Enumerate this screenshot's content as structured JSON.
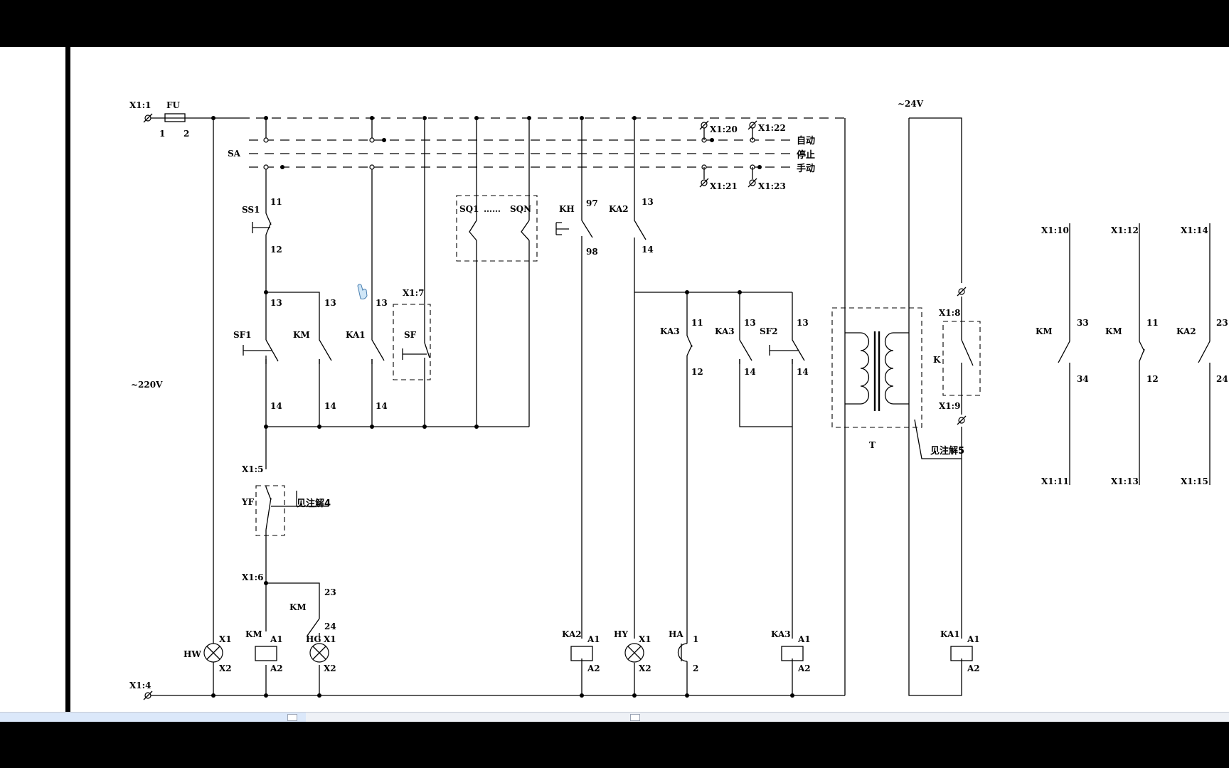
{
  "labels": {
    "x1_1": "X1:1",
    "fu": "FU",
    "fu_1": "1",
    "fu_2": "2",
    "sa": "SA",
    "x1_20": "X1:20",
    "x1_22": "X1:22",
    "x1_21": "X1:21",
    "x1_23": "X1:23",
    "auto": "自动",
    "stop": "停止",
    "manual": "手动",
    "v24": "~24V",
    "v220": "~220V",
    "ss1": "SS1",
    "ss1_11": "11",
    "ss1_12": "12",
    "sq1": "SQ1",
    "sq_dots": "……",
    "sqn": "SQN",
    "kh": "KH",
    "kh_97": "97",
    "kh_98": "98",
    "ka2_top": "KA2",
    "ka2_13": "13",
    "ka2_14": "14",
    "x1_10": "X1:10",
    "x1_12": "X1:12",
    "x1_14": "X1:14",
    "x1_11": "X1:11",
    "x1_13": "X1:13",
    "x1_15": "X1:15",
    "r_km1": "KM",
    "r_33": "33",
    "r_34": "34",
    "r_km2": "KM",
    "r_11": "11",
    "r_12": "12",
    "r_ka2": "KA2",
    "r_23": "23",
    "r_24": "24",
    "n13a": "13",
    "n13b": "13",
    "n13c": "13",
    "x1_7": "X1:7",
    "sf": "SF",
    "sf1": "SF1",
    "km_mid": "KM",
    "ka1_mid": "KA1",
    "n14a": "14",
    "n14b": "14",
    "n14c": "14",
    "ka3_nc": "KA3",
    "ka3_11": "11",
    "ka3_12": "12",
    "ka3_no": "KA3",
    "ka3_13": "13",
    "ka3_14": "14",
    "sf2": "SF2",
    "sf2_13": "13",
    "sf2_14": "14",
    "x1_8": "X1:8",
    "x1_9": "X1:9",
    "k": "K",
    "t": "T",
    "note5": "见注解5",
    "x1_5": "X1:5",
    "yf": "YF",
    "note4": "见注解4",
    "x1_6": "X1:6",
    "km_low": "KM",
    "km_23": "23",
    "km_24": "24",
    "hw": "HW",
    "hw_x1": "X1",
    "hw_x2": "X2",
    "km_coil": "KM",
    "km_a1": "A1",
    "km_a2": "A2",
    "hg": "HG",
    "hg_x1": "X1",
    "hg_x2": "X2",
    "ka2_coil": "KA2",
    "ka2_a1": "A1",
    "ka2_a2": "A2",
    "hy": "HY",
    "hy_x1": "X1",
    "hy_x2": "X2",
    "ha": "HA",
    "ha_1": "1",
    "ha_2": "2",
    "ka3_coil": "KA3",
    "ka3_a1": "A1",
    "ka3_a2": "A2",
    "ka1_coil": "KA1",
    "ka1_a1": "A1",
    "ka1_a2": "A2",
    "x1_4": "X1:4"
  }
}
